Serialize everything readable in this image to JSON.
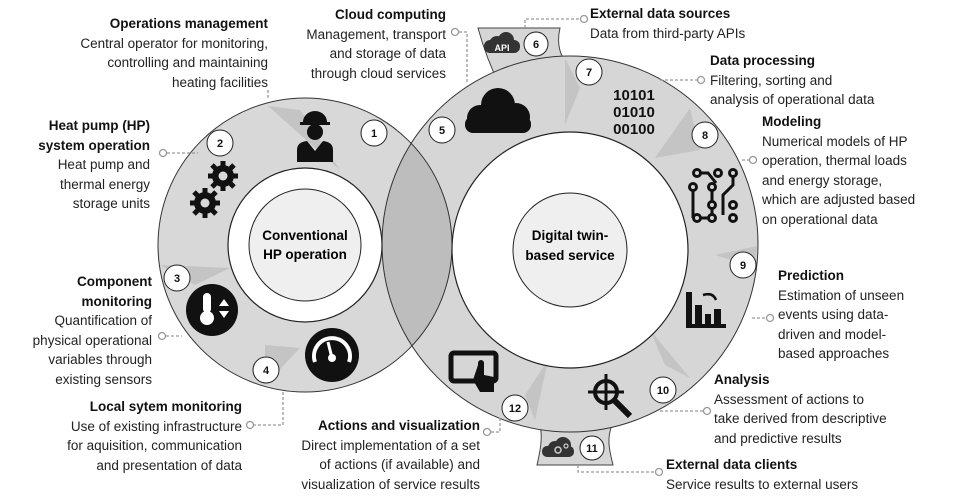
{
  "left_hub": {
    "line1": "Conventional",
    "line2": "HP operation"
  },
  "right_hub": {
    "line1": "Digital twin-",
    "line2": "based service"
  },
  "tabs": {
    "api_label": "API"
  },
  "binary_icon_text": [
    "10101",
    "01010",
    "00100"
  ],
  "steps": [
    {
      "num": "1",
      "title": "Operations management",
      "desc": [
        "Central operator for monitoring,",
        "controlling and maintaining",
        "heating facilities"
      ],
      "icon": "worker-icon"
    },
    {
      "num": "2",
      "title": [
        "Heat pump (HP)",
        "system operation"
      ],
      "desc": [
        "Heat pump and",
        "thermal energy",
        "storage units"
      ],
      "icon": "gears-icon"
    },
    {
      "num": "3",
      "title": [
        "Component",
        "monitoring"
      ],
      "desc": [
        "Quantification of",
        "physical operational",
        "variables through",
        "existing sensors"
      ],
      "icon": "thermometer-icon"
    },
    {
      "num": "4",
      "title": "Local sytem monitoring",
      "desc": [
        "Use of existing infrastructure",
        "for aquisition, communication",
        "and presentation of data"
      ],
      "icon": "gauge-icon"
    },
    {
      "num": "5",
      "title": "Cloud computing",
      "desc": [
        "Management, transport",
        "and storage of data",
        "through cloud services"
      ],
      "icon": "cloud-icon"
    },
    {
      "num": "6",
      "title": "External data sources",
      "desc": [
        "Data from third-party APIs"
      ],
      "icon": "api-cloud-icon"
    },
    {
      "num": "7",
      "title": "Data processing",
      "desc": [
        "Filtering, sorting and",
        "analysis of operational data"
      ],
      "icon": "binary-icon"
    },
    {
      "num": "8",
      "title": "Modeling",
      "desc": [
        "Numerical models of HP",
        "operation, thermal loads",
        "and energy storage,",
        "which are adjusted based",
        "on operational data"
      ],
      "icon": "circuit-icon"
    },
    {
      "num": "9",
      "title": "Prediction",
      "desc": [
        "Estimation of unseen",
        "events using data-",
        "driven and model-",
        "based approaches"
      ],
      "icon": "bar-chart-icon"
    },
    {
      "num": "10",
      "title": "Analysis",
      "desc": [
        "Assessment of actions to",
        "take derived from descriptive",
        "and predictive results"
      ],
      "icon": "magnifier-icon"
    },
    {
      "num": "11",
      "title": "External data clients",
      "desc": [
        "Service results to external users"
      ],
      "icon": "cloud-gear-icon"
    },
    {
      "num": "12",
      "title": "Actions and visualization",
      "desc": [
        "Direct implementation of a set",
        "of actions (if available) and",
        "visualization of service results"
      ],
      "icon": "touch-tablet-icon"
    }
  ],
  "colors": {
    "ring": "#d6d6d6",
    "overlap": "#bdbdbd",
    "hub": "#efefef",
    "leader": "#999999",
    "icon": "#111111"
  }
}
